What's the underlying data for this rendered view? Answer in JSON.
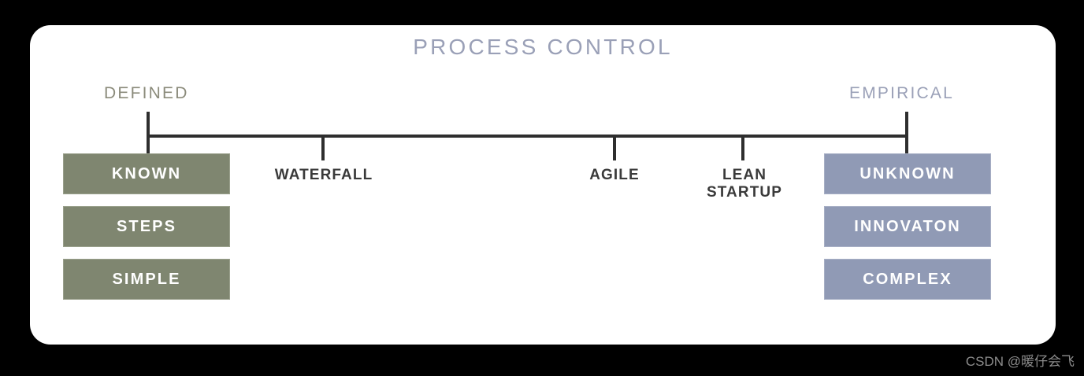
{
  "card": {
    "title": "PROCESS CONTROL",
    "left_endpoint_label": "DEFINED",
    "right_endpoint_label": "EMPIRICAL"
  },
  "colors": {
    "title": "#9aa0b7",
    "defined_label": "#8b8b7b",
    "empirical_label": "#9aa0b7",
    "left_box_fill": "#7f8670",
    "right_box_fill": "#909ab5",
    "axis": "#2e2e2e",
    "card_background": "#ffffff",
    "page_background": "#000000"
  },
  "axis": {
    "stages": [
      {
        "label": "WATERFALL",
        "tick": "tick-waterfall"
      },
      {
        "label": "AGILE",
        "tick": "tick-agile"
      },
      {
        "label": "LEAN\nSTARTUP",
        "tick": "tick-lean"
      }
    ],
    "endpoint_ticks": [
      "left-end-tick",
      "right-end-tick"
    ]
  },
  "left_column": {
    "boxes": [
      {
        "label": "KNOWN"
      },
      {
        "label": "STEPS"
      },
      {
        "label": "SIMPLE"
      }
    ]
  },
  "right_column": {
    "boxes": [
      {
        "label": "UNKNOWN"
      },
      {
        "label": "INNOVATON"
      },
      {
        "label": "COMPLEX"
      }
    ]
  },
  "watermark": {
    "text": "CSDN @暖仔会飞"
  },
  "chart_data": {
    "type": "diagram",
    "title": "PROCESS CONTROL",
    "axis_type": "spectrum",
    "axis_left_pole": "DEFINED",
    "axis_right_pole": "EMPIRICAL",
    "markers": [
      "WATERFALL",
      "AGILE",
      "LEAN STARTUP"
    ],
    "marker_positions_pct": [
      23,
      62,
      78
    ],
    "defined_attributes": [
      "KNOWN",
      "STEPS",
      "SIMPLE"
    ],
    "empirical_attributes": [
      "UNKNOWN",
      "INNOVATON",
      "COMPLEX"
    ]
  }
}
